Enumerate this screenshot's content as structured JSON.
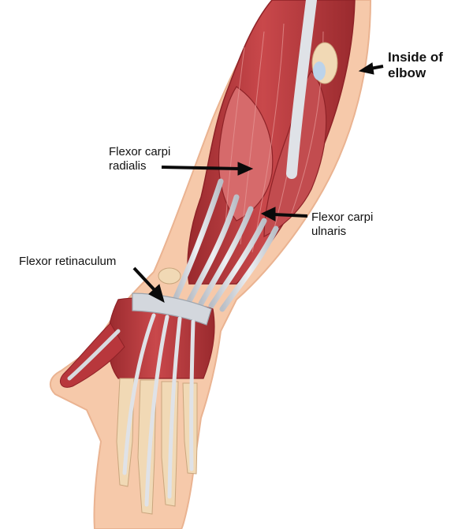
{
  "labels": {
    "inside_of_elbow": [
      "Inside of",
      "elbow"
    ],
    "flexor_carpi_radialis": [
      "Flexor carpi",
      "radialis"
    ],
    "flexor_carpi_ulnaris": [
      "Flexor carpi",
      "ulnaris"
    ],
    "flexor_retinaculum": "Flexor retinaculum"
  },
  "colors": {
    "skin": "#f6c9aa",
    "skin_edge": "#eab391",
    "muscle": "#b8373c",
    "muscle_dark": "#8e2227",
    "muscle_light": "#dc7a78",
    "tendon": "#d8dbe0",
    "tendon_edge": "#aab0b8",
    "bone": "#f1d9b5",
    "cartilage": "#bcd3ea",
    "arrow": "#0a0a0a"
  }
}
